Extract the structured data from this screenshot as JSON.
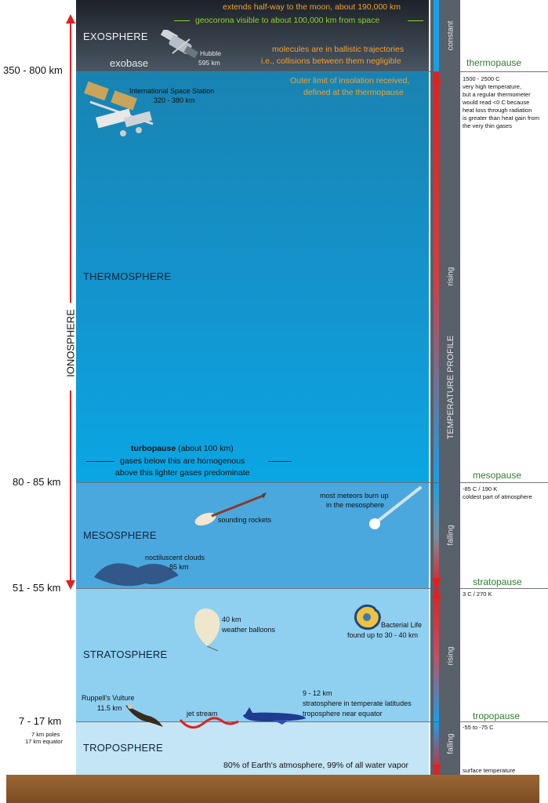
{
  "layers": {
    "exosphere": "EXOSPHERE",
    "exobase": "exobase",
    "thermosphere": "THERMOSPHERE",
    "mesosphere": "MESOSPHERE",
    "stratosphere": "STRATOSPHERE",
    "troposphere": "TROPOSPHERE"
  },
  "altitudes": {
    "thermopause": "350 - 800 km",
    "mesopause": "80 - 85 km",
    "stratopause": "51 - 55 km",
    "tropopause": "7 - 17 km",
    "tropopause_poles": "7 km poles",
    "tropopause_equator": "17 km equator"
  },
  "ionosphere": "IONOSPHERE",
  "exosphere_notes": {
    "moon": "extends half-way to the moon, about 190,000 km",
    "geocorona": "geocorona visible to about 100,000 km from space",
    "ballistic_1": "molecules are in ballistic trajectories",
    "ballistic_2": "i.e., collisions between them negligible"
  },
  "hubble": {
    "name": "Hubble",
    "alt": "595 km"
  },
  "iss": {
    "name": "International Space Station",
    "alt": "320 - 380 km"
  },
  "insolation": {
    "line1": "Outer limit of insolation received,",
    "line2": "defined at the thermopause"
  },
  "turbopause": {
    "bold": "turbopause",
    "rest": " (about 100 km)",
    "line2": "gases below this are homogenous",
    "line3": "above this lighter gases predominate"
  },
  "rockets": "sounding rockets",
  "meteors": {
    "line1": "most meteors burn up",
    "line2": "in the mesosphere"
  },
  "clouds": {
    "line1": "noctiluscent clouds",
    "line2": "85 km"
  },
  "balloons": {
    "line1": "40 km",
    "line2": "weather balloons"
  },
  "bacteria": {
    "line1": "Bacterial Life",
    "line2": "found up to 30 - 40 km"
  },
  "vulture": {
    "line1": "Ruppell's Vulture",
    "line2": "11.5 km"
  },
  "jet_stream": "jet stream",
  "jet": {
    "line1": "9 - 12 km",
    "line2": "stratosphere in temperate latitudes",
    "line3": "troposphere near equator"
  },
  "troposphere_note": "80% of Earth's atmosphere, 99% of all water vapor",
  "pauses": {
    "thermopause": "thermopause",
    "mesopause": "mesopause",
    "stratopause": "stratopause",
    "tropopause": "tropopause"
  },
  "temperature_notes": {
    "thermo_1": "1500 - 2500 C",
    "thermo_2": "very high temperature,",
    "thermo_3": "but a regular thermometer",
    "thermo_4": "would read <0 C because",
    "thermo_5": "heat loss through radiation",
    "thermo_6": "is greater than heat gain from",
    "thermo_7": "the very thin gases",
    "meso_1": "-85 C / 190 K",
    "meso_2": "coldest part of atmosphere",
    "strato": "3 C / 270 K",
    "tropo": "-55 to -75 C",
    "surface": "surface temperature"
  },
  "temperature_column": {
    "constant": "constant",
    "rising_thermo": "rising",
    "profile": "TEMPERATURE PROFILE",
    "falling_meso": "falling",
    "rising_strato": "rising",
    "falling_tropo": "falling"
  },
  "colors": {
    "exosphere": "#3f4b58",
    "thermosphere": "#1487b6",
    "mesosphere": "#49a9df",
    "stratosphere": "#8fd0f0",
    "troposphere": "#c4e6f7",
    "ground": "#8a5a2c",
    "accent_orange": "#f0a030",
    "accent_green": "#8fd030",
    "arrow_red": "#e02020",
    "pause_green": "#2e7d2e"
  }
}
